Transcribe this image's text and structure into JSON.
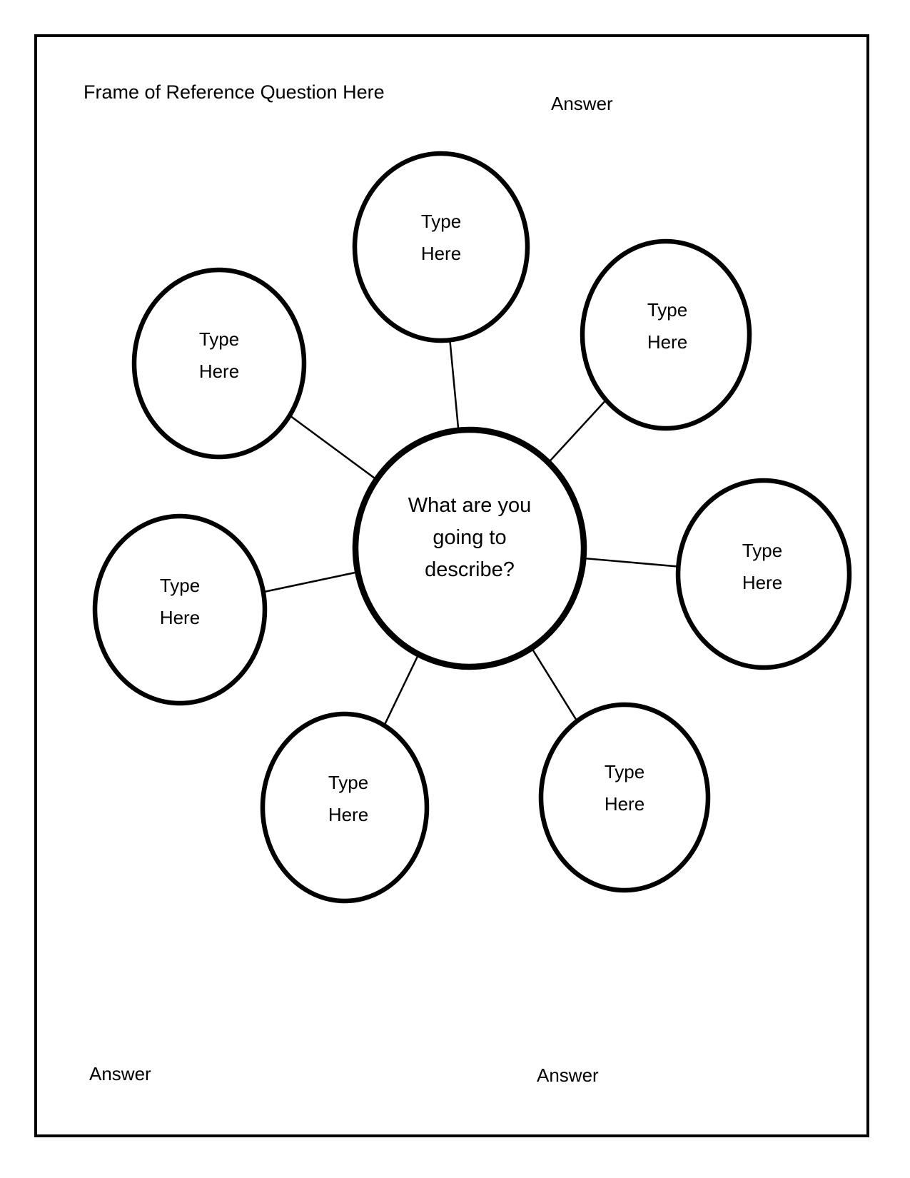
{
  "texts": {
    "title": "Frame of Reference Question Here",
    "answer_top": "Answer",
    "answer_bottom_left": "Answer",
    "answer_bottom_center": "Answer"
  },
  "diagram": {
    "center_bubble": {
      "label": "What are you\ngoing to\ndescribe?"
    },
    "bubbles": [
      {
        "position": "top",
        "label": "Type\nHere"
      },
      {
        "position": "top-right",
        "label": "Type\nHere"
      },
      {
        "position": "upper-left",
        "label": "Type\nHere"
      },
      {
        "position": "left",
        "label": "Type\nHere"
      },
      {
        "position": "right",
        "label": "Type\nHere"
      },
      {
        "position": "bottom-left",
        "label": "Type\nHere"
      },
      {
        "position": "bottom-right",
        "label": "Type\nHere"
      }
    ]
  },
  "colors": {
    "ink": "#000000",
    "paper": "#ffffff"
  }
}
